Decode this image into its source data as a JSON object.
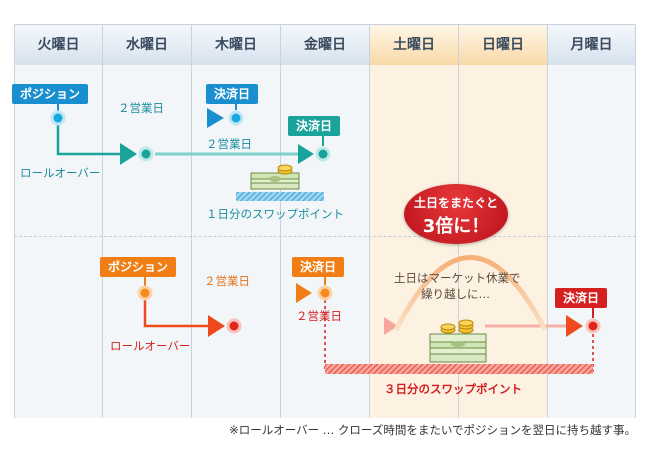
{
  "days": [
    "火曜日",
    "水曜日",
    "木曜日",
    "金曜日",
    "土曜日",
    "日曜日",
    "月曜日"
  ],
  "top": {
    "position_label": "ポジション",
    "business_days_1": "２営業日",
    "settle_1": "決済日",
    "settle_2": "決済日",
    "business_days_2": "２営業日",
    "rollover_label": "ロールオーバー",
    "swap_label": "１日分のスワップポイント"
  },
  "bottom": {
    "position_label": "ポジション",
    "business_days_1": "２営業日",
    "settle_1": "決済日",
    "rollover_label": "ロールオーバー",
    "business_days_2": "２営業日",
    "settle_2": "決済日",
    "swap_label": "３日分のスワップポイント"
  },
  "callout": {
    "line1": "土日をまたぐと",
    "line2": "3倍に！",
    "weekend_line1": "土日はマーケット休業で",
    "weekend_line2": "繰り越しに…"
  },
  "footnote": "※ロールオーバー … クローズ時間をまたいでポジションを翌日に持ち越す事。",
  "colors": {
    "blue": "#1a8fd0",
    "teal": "#1aa39b",
    "orange": "#f07e14",
    "red": "#d42020",
    "weekend_header": "#f8d9a6"
  }
}
